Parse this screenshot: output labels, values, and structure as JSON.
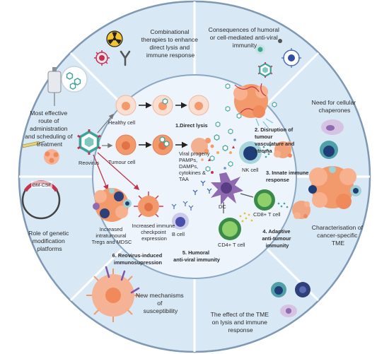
{
  "outer_ring": {
    "combinational": [
      "Combinational",
      "therapies to enhance",
      "direct lysis and",
      "immune response"
    ],
    "consequences": [
      "Consequences of humoral",
      "or cell-mediated anti-viral",
      "immunity"
    ],
    "chaperones": [
      "Need for cellular",
      "chaperones"
    ],
    "route": [
      "Most effective",
      "route of",
      "administration",
      "and scheduling of",
      "treatment"
    ],
    "genetic": [
      "Role of genetic",
      "modification",
      "platforms"
    ],
    "characterisation": [
      "Characterisation of",
      "cancer-specific",
      "TME"
    ],
    "susceptibility": [
      "New mechanisms",
      "of",
      "susceptibility"
    ],
    "tme_effect": [
      "The effect of the TME",
      "on lysis and immune",
      "response"
    ],
    "gmcsf": "GM-CSF"
  },
  "inner": {
    "reovirus": "Reovirus",
    "healthy_cell": "Healthy cell",
    "tumour_cell": "Tumour cell",
    "direct_lysis": "1.Direct lysis",
    "disruption": [
      "2. Disruption of",
      "tumour",
      "vasculature and",
      "stroma"
    ],
    "viral_progeny": [
      "Viral progeny",
      "PAMPs,",
      "DAMPs,",
      "cytokines &",
      "TAA"
    ],
    "nk_cell": "NK cell",
    "innate": [
      "3. Innate immune",
      "response"
    ],
    "dc": "DC",
    "cd8": "CD8+ T cell",
    "cd4": "CD4+ T cell",
    "b_cell": "B cell",
    "adaptive": [
      "4. Adaptive",
      "anti-tumour",
      "immunity"
    ],
    "humoral": [
      "5. Humoral",
      "anti-viral immunity"
    ],
    "increased_intratumoural": "Increased",
    "intratumoural": "intratumoural",
    "tregs": "Tregs and MDSC",
    "checkpoint": [
      "Increased immune",
      "checkpoint",
      "expression"
    ],
    "immunosupression": [
      "6. Reovirus-induced",
      "immunosupression"
    ]
  },
  "colors": {
    "ring_fill": "#d9e8f5",
    "inner_fill": "#eef4fb",
    "divider": "#ffffff",
    "tumour": "#f39a6d",
    "healthy": "#f6d2c0",
    "arrow_red": "#c2334d",
    "virus": "#3ea39a"
  }
}
